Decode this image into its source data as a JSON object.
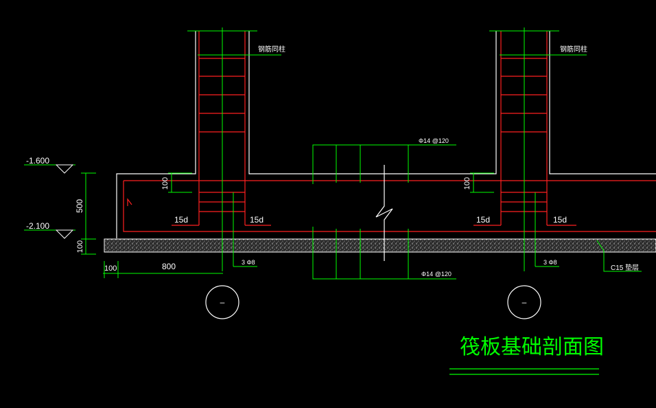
{
  "drawing": {
    "title": "筏板基础剖面图",
    "elevations": {
      "top": "-1.600",
      "bottom": "-2.100"
    },
    "dimensions": {
      "slab_thickness": "500",
      "cushion_thickness": "100",
      "offset_left": "100",
      "offset_right": "100",
      "edge_offset": "100",
      "width": "800"
    },
    "anchorage": {
      "left_top": "15d",
      "left_bottom": "15d",
      "right_top": "15d",
      "right_bottom": "15d"
    },
    "labels": {
      "column_left": "钢筋同柱",
      "column_right": "钢筋同柱",
      "rebar_top": "Φ14 @120",
      "rebar_bottom": "Φ14 @120",
      "stirrup_left": "3 Φ8",
      "stirrup_right": "3 Φ8",
      "cushion": "C15 垫层"
    },
    "axis_bubbles": {
      "left": "–",
      "right": "–"
    }
  },
  "colors": {
    "background": "#000000",
    "concrete_outline": "#ffffff",
    "rebar": "#ff0000",
    "dimension": "#00ff00",
    "text": "#ffffff",
    "title": "#00ff00"
  }
}
